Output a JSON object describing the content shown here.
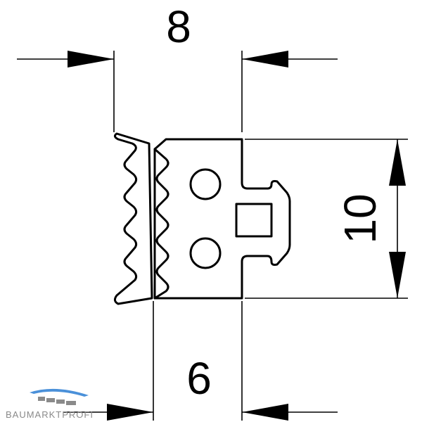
{
  "dimensions": {
    "top_width": "8",
    "bottom_width": "6",
    "height": "10"
  },
  "logo": {
    "text": "BAUMARKTPROFI",
    "accent_color": "#4a90d9",
    "gray_color": "#8a8a8a"
  }
}
